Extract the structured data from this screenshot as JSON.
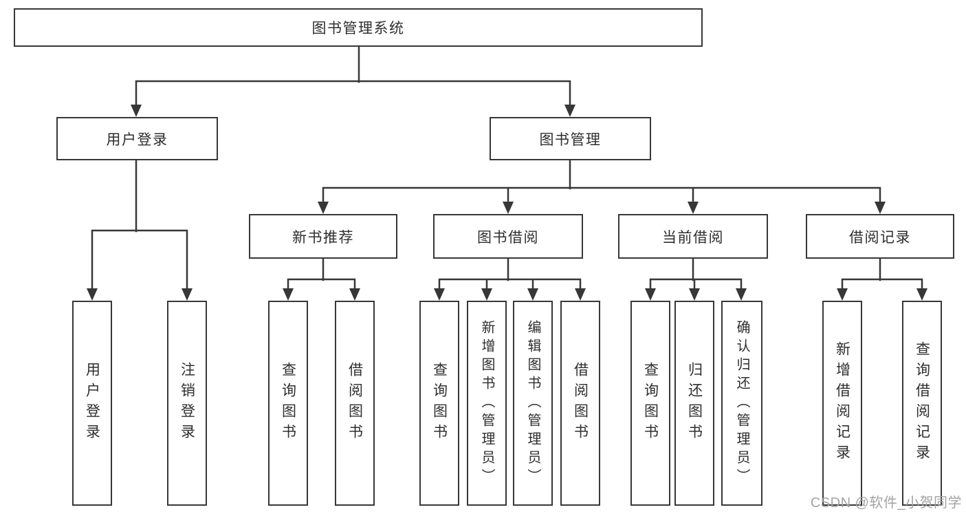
{
  "diagram": {
    "type": "tree",
    "root": {
      "label": "图书管理系统"
    },
    "level2": [
      {
        "label": "用户登录"
      },
      {
        "label": "图书管理"
      }
    ],
    "level3": [
      {
        "label": "新书推荐",
        "parent": "图书管理"
      },
      {
        "label": "图书借阅",
        "parent": "图书管理"
      },
      {
        "label": "当前借阅",
        "parent": "图书管理"
      },
      {
        "label": "借阅记录",
        "parent": "图书管理"
      }
    ],
    "leaves": [
      {
        "label": "用户登录",
        "parent": "用户登录"
      },
      {
        "label": "注销登录",
        "parent": "用户登录"
      },
      {
        "label": "查询图书",
        "parent": "新书推荐"
      },
      {
        "label": "借阅图书",
        "parent": "新书推荐"
      },
      {
        "label": "查询图书",
        "parent": "图书借阅"
      },
      {
        "label": "新增图书（管理员）",
        "parent": "图书借阅"
      },
      {
        "label": "编辑图书（管理员）",
        "parent": "图书借阅"
      },
      {
        "label": "借阅图书",
        "parent": "图书借阅"
      },
      {
        "label": "查询图书",
        "parent": "当前借阅"
      },
      {
        "label": "归还图书",
        "parent": "当前借阅"
      },
      {
        "label": "确认归还（管理员）",
        "parent": "当前借阅"
      },
      {
        "label": "新增借阅记录",
        "parent": "借阅记录"
      },
      {
        "label": "查询借阅记录",
        "parent": "借阅记录"
      }
    ]
  },
  "watermark": "CSDN @软件_小贺同学",
  "colors": {
    "line": "#373737",
    "text": "#2e2e2e",
    "watermark": "#a3a3a3",
    "background": "#ffffff"
  }
}
